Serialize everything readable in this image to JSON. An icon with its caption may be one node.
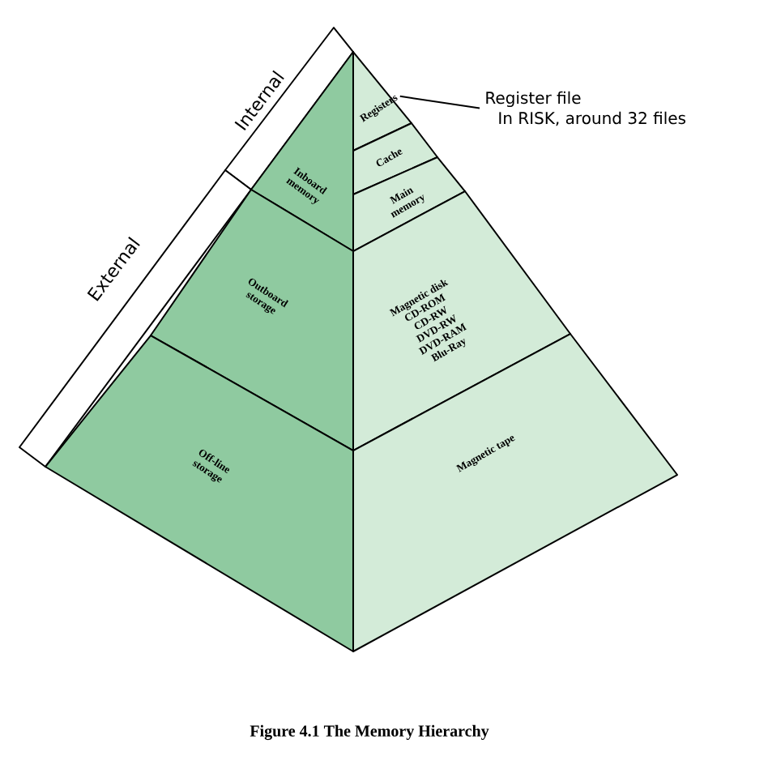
{
  "diagram": {
    "caption": "Figure 4.1 The Memory Hierarchy",
    "nodes": [
      {
        "text": [
          "Internal"
        ]
      },
      {
        "text": [
          "External"
        ]
      },
      {
        "text": [
          "Inboard memory"
        ]
      },
      {
        "text": [
          "Outboard storage"
        ]
      },
      {
        "text": [
          "Off-line storage"
        ]
      },
      {
        "text": [
          "Registers"
        ]
      },
      {
        "text": [
          "Cache"
        ]
      },
      {
        "text": [
          "Main memory"
        ]
      },
      {
        "text": [
          "Magnetic disk",
          "CD-ROM",
          "CD-RW",
          "DVD-RW",
          "DVD-RAM",
          "Blu-Ray"
        ]
      },
      {
        "text": [
          "Magnetic tape"
        ]
      },
      {
        "text": [
          "Register file",
          "In RISK, around 32 files"
        ]
      }
    ],
    "edges": [
      {
        "from": 10,
        "to": 5,
        "arrow": "none"
      }
    ]
  }
}
